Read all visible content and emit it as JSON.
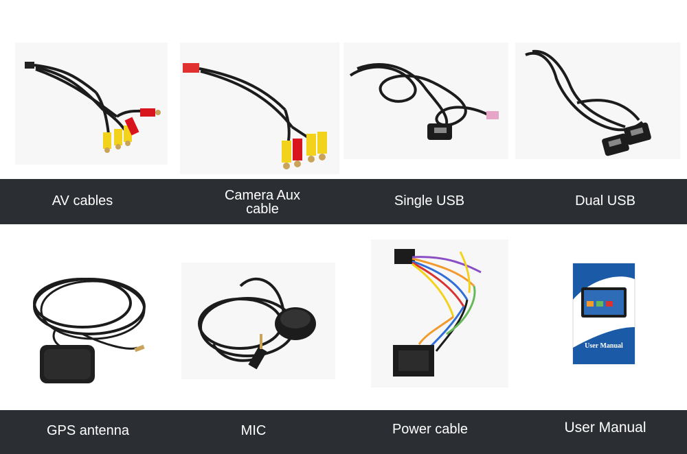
{
  "rows": [
    {
      "items": [
        {
          "label": "AV cables",
          "icon": "av-cables-image"
        },
        {
          "label": "Camera Aux\ncable",
          "icon": "camera-aux-cable-image"
        },
        {
          "label": "Single USB",
          "icon": "single-usb-image"
        },
        {
          "label": "Dual USB",
          "icon": "dual-usb-image"
        }
      ]
    },
    {
      "items": [
        {
          "label": "GPS antenna",
          "icon": "gps-antenna-image"
        },
        {
          "label": "MIC",
          "icon": "mic-image"
        },
        {
          "label": "Power cable",
          "icon": "power-cable-image"
        },
        {
          "label": "User Manual",
          "icon": "user-manual-image"
        }
      ]
    }
  ],
  "manual_cover": {
    "title": "User Manual"
  },
  "colors": {
    "band": "#2b2f34",
    "cable": "#1c1c1c",
    "rca_yellow": "#f2d21b",
    "rca_red": "#d8141c",
    "manual_blue": "#1a5aa6"
  }
}
